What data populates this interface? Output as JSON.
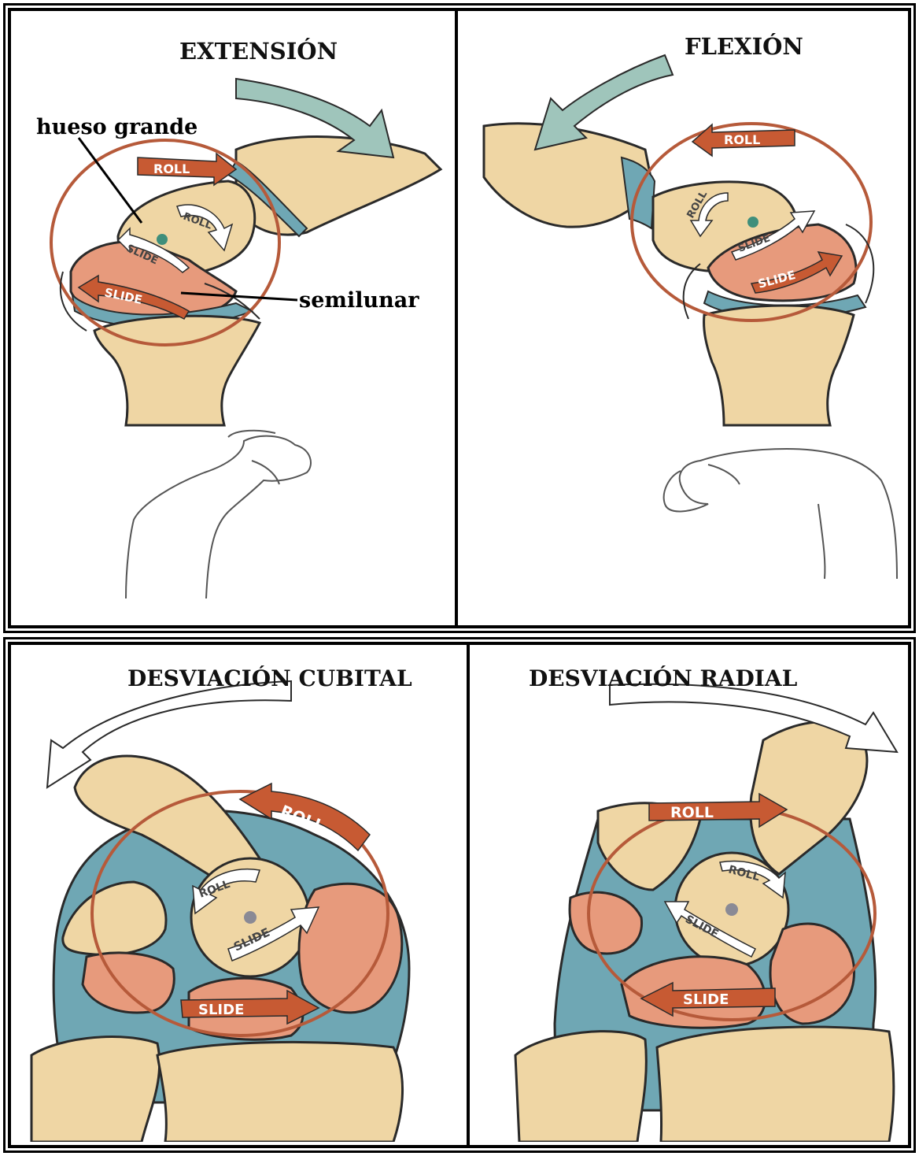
{
  "panels": {
    "extension": {
      "title": "EXTENSIÓN",
      "label_capitate": "hueso grande",
      "label_lunate": "semilunar",
      "roll_outer": "ROLL",
      "roll_inner": "ROLL",
      "slide_inner": "SLIDE",
      "slide_outer": "SLIDE",
      "small_arrow": "SLIDE"
    },
    "flexion": {
      "title": "FLEXIÓN",
      "roll_outer": "ROLL",
      "roll_inner": "ROLL",
      "slide_inner": "SLIDE",
      "slide_outer": "SLIDE",
      "small_arrow": "ROLL"
    },
    "ulnar_deviation": {
      "title": "DESVIACIÓN CUBITAL",
      "roll_outer": "ROLL",
      "roll_inner": "ROLL",
      "slide_inner": "SLIDE",
      "slide_outer": "SLIDE"
    },
    "radial_deviation": {
      "title": "DESVIACIÓN RADIAL",
      "roll_outer": "ROLL",
      "roll_inner": "ROLL",
      "slide_inner": "SLIDE",
      "slide_outer": "SLIDE"
    }
  },
  "colors": {
    "bone": "#EFD6A4",
    "bone_outline": "#2a2a2a",
    "lunate": "#E79A7C",
    "cartilage": "#6FA7B4",
    "circle": "#B65A3A",
    "arrow_red": "#C75A33",
    "arrow_white": "#FFFFFF",
    "arrow_green": "#9FC5BB"
  }
}
